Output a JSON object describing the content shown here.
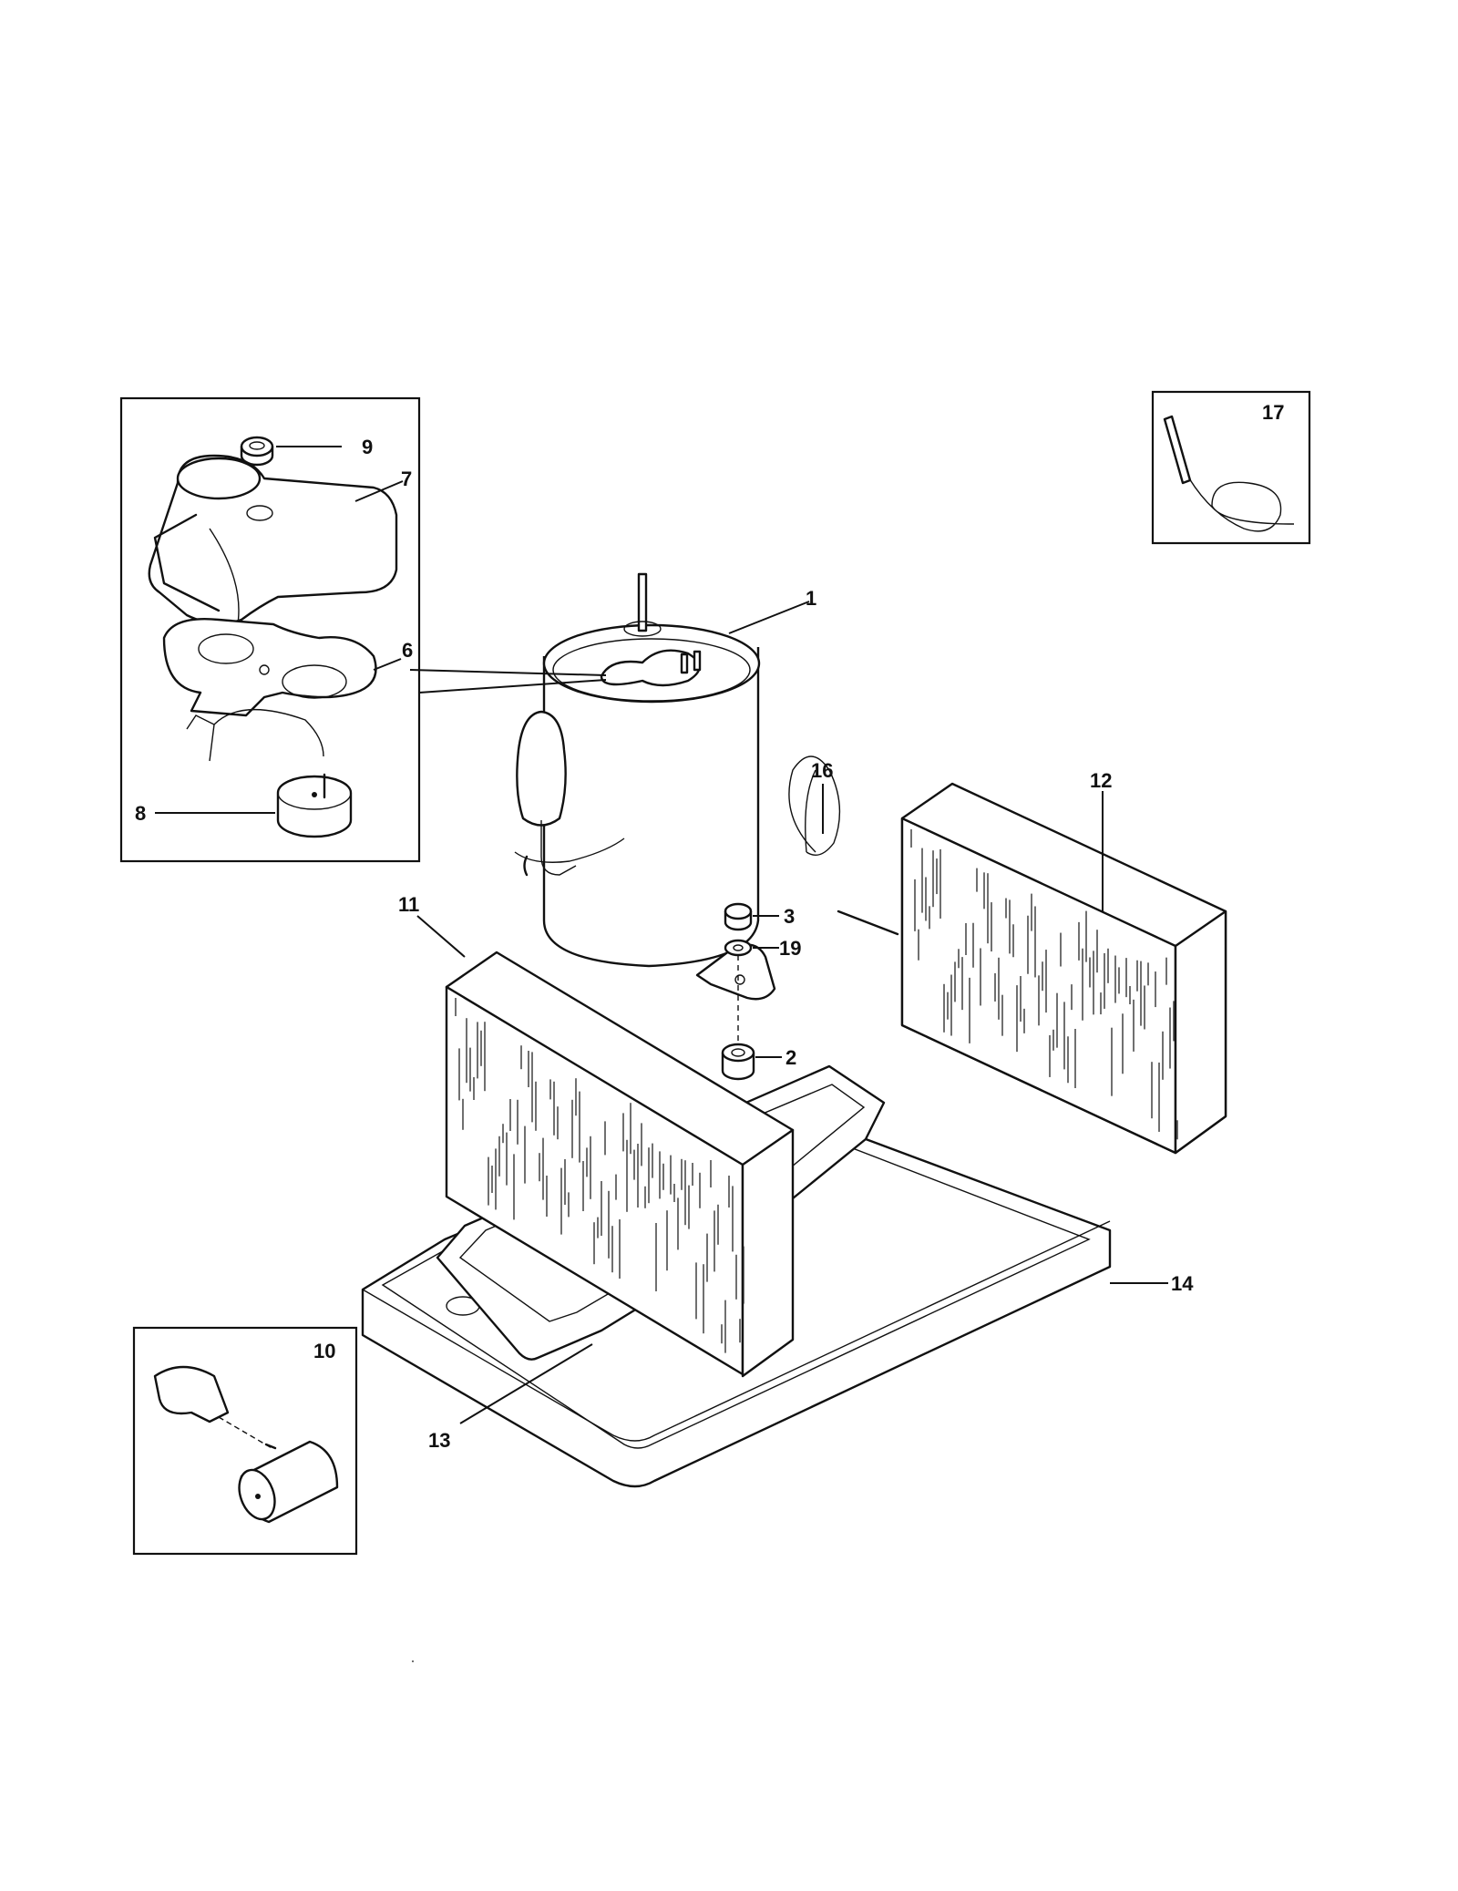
{
  "diagram": {
    "callouts": [
      {
        "id": "c1",
        "text": "1"
      },
      {
        "id": "c2",
        "text": "2"
      },
      {
        "id": "c3",
        "text": "3"
      },
      {
        "id": "c6",
        "text": "6"
      },
      {
        "id": "c7",
        "text": "7"
      },
      {
        "id": "c8",
        "text": "8"
      },
      {
        "id": "c9",
        "text": "9"
      },
      {
        "id": "c10",
        "text": "10"
      },
      {
        "id": "c11",
        "text": "11"
      },
      {
        "id": "c12",
        "text": "12"
      },
      {
        "id": "c13",
        "text": "13"
      },
      {
        "id": "c14",
        "text": "14"
      },
      {
        "id": "c16",
        "text": "16"
      },
      {
        "id": "c17",
        "text": "17"
      },
      {
        "id": "c19",
        "text": "19"
      }
    ]
  }
}
